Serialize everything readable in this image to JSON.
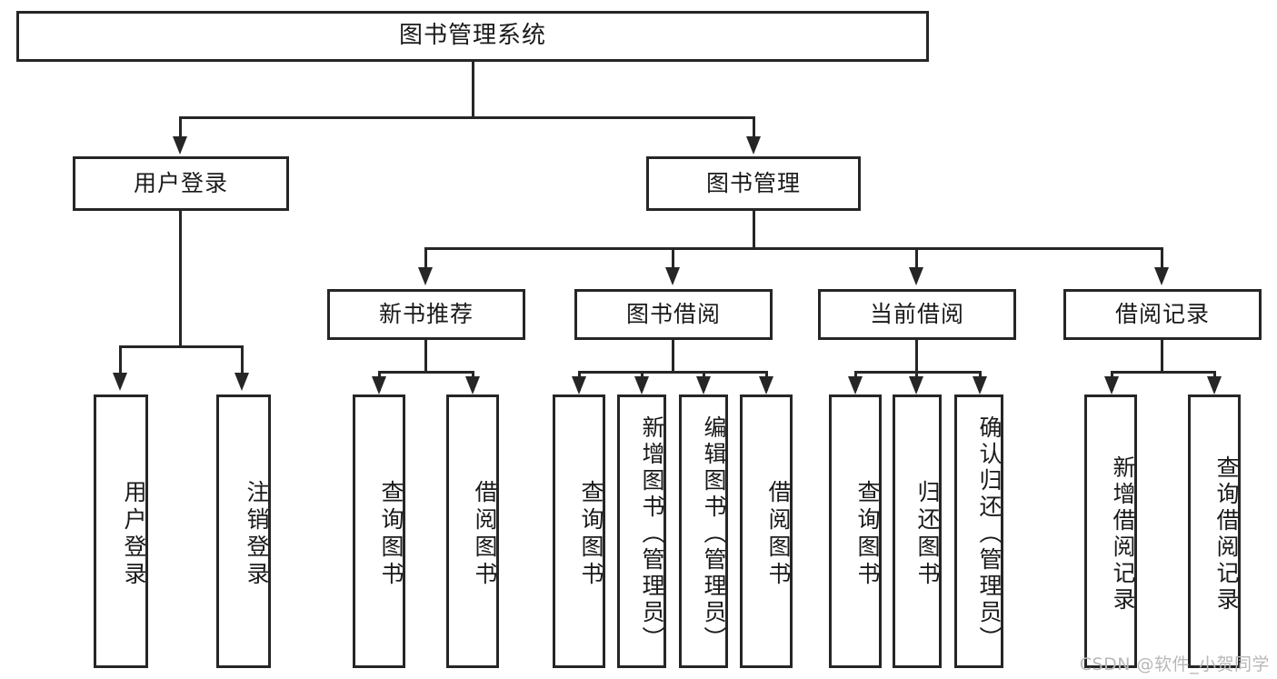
{
  "diagram": {
    "type": "tree",
    "title": "图书管理系统",
    "root": {
      "id": "root",
      "label": "图书管理系统",
      "orientation": "horizontal"
    },
    "level2": [
      {
        "id": "user-login",
        "label": "用户登录",
        "orientation": "horizontal"
      },
      {
        "id": "book-manage",
        "label": "图书管理",
        "orientation": "horizontal"
      }
    ],
    "level3": [
      {
        "id": "new-book-recommend",
        "label": "新书推荐",
        "orientation": "horizontal",
        "parent": "book-manage"
      },
      {
        "id": "book-borrow",
        "label": "图书借阅",
        "orientation": "horizontal",
        "parent": "book-manage"
      },
      {
        "id": "current-borrow",
        "label": "当前借阅",
        "orientation": "horizontal",
        "parent": "book-manage"
      },
      {
        "id": "borrow-record",
        "label": "借阅记录",
        "orientation": "horizontal",
        "parent": "book-manage"
      }
    ],
    "leaves": {
      "user-login": [
        {
          "id": "leaf-user-login",
          "label": "用户登录",
          "orientation": "vertical"
        },
        {
          "id": "leaf-user-logout",
          "label": "注销登录",
          "orientation": "vertical"
        }
      ],
      "new-book-recommend": [
        {
          "id": "leaf-query-book-1",
          "label": "查询图书",
          "orientation": "vertical"
        },
        {
          "id": "leaf-borrow-book-1",
          "label": "借阅图书",
          "orientation": "vertical"
        }
      ],
      "book-borrow": [
        {
          "id": "leaf-query-book-2",
          "label": "查询图书",
          "orientation": "vertical"
        },
        {
          "id": "leaf-add-book",
          "label": "新增图书（管理员）",
          "orientation": "vertical"
        },
        {
          "id": "leaf-edit-book",
          "label": "编辑图书（管理员）",
          "orientation": "vertical"
        },
        {
          "id": "leaf-borrow-book-2",
          "label": "借阅图书",
          "orientation": "vertical"
        }
      ],
      "current-borrow": [
        {
          "id": "leaf-query-book-3",
          "label": "查询图书",
          "orientation": "vertical"
        },
        {
          "id": "leaf-return-book",
          "label": "归还图书",
          "orientation": "vertical"
        },
        {
          "id": "leaf-confirm-return",
          "label": "确认归还（管理员）",
          "orientation": "vertical"
        }
      ],
      "borrow-record": [
        {
          "id": "leaf-add-record",
          "label": "新增借阅记录",
          "orientation": "vertical"
        },
        {
          "id": "leaf-query-record",
          "label": "查询借阅记录",
          "orientation": "vertical"
        }
      ]
    },
    "colors": {
      "stroke": "#262626",
      "fill": "#ffffff",
      "text": "#1a1a1a",
      "watermark": "#b8b8b8"
    }
  },
  "watermark": {
    "text": "CSDN @软件_小贺同学"
  }
}
